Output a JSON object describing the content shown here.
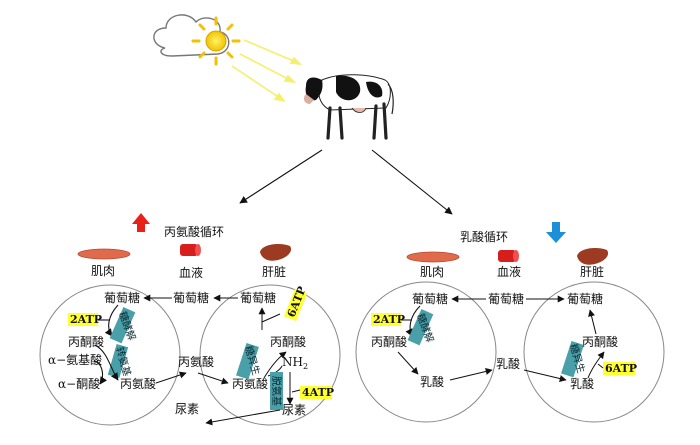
{
  "title_left": "丙氨酸循环",
  "title_right": "乳酸循环",
  "organs": {
    "muscle_left": "肌肉",
    "blood_left": "血液",
    "liver_left": "肝脏",
    "muscle_right": "肌肉",
    "blood_right": "血液",
    "liver_right": "肝脏"
  },
  "left": {
    "glucose_muscle": "葡萄糖",
    "glucose_blood": "葡萄糖",
    "glucose_liver": "葡萄糖",
    "atp_muscle": "2ATP",
    "enzyme_glycolysis": "糖酵解",
    "pyruvate_muscle": "丙酮酸",
    "aa": "α−氨基酸",
    "ketoacid": "α−酮酸",
    "enzyme_transam_m": "转氨基",
    "alanine_muscle": "丙氨酸",
    "alanine_blood": "丙氨酸",
    "alanine_liver": "丙氨酸",
    "atp_liver": "6ATP",
    "enzyme_gluconeo": "糖异生",
    "pyruvate_liver": "丙酮酸",
    "nh2": "NH",
    "nh2_sub": "2",
    "enzyme_deam": "脱氨基",
    "atp_urea": "4ATP",
    "urea_liver": "尿素",
    "urea_blood": "尿素"
  },
  "right": {
    "glucose_muscle": "葡萄糖",
    "glucose_blood": "葡萄糖",
    "glucose_liver": "葡萄糖",
    "atp_muscle": "2ATP",
    "enzyme_glycolysis": "糖酵解",
    "pyruvate_muscle": "丙酮酸",
    "lactate_muscle": "乳酸",
    "lactate_blood": "乳酸",
    "lactate_liver": "乳酸",
    "pyruvate_liver": "丙酮酸",
    "enzyme_gluconeo": "糖异生",
    "atp_liver": "6ATP"
  },
  "colors": {
    "atp_highlight": "#ffff33",
    "enzyme_box": "#4aa0a8",
    "up_arrow": "#e8211b",
    "down_arrow": "#1d8fd8",
    "muscle": "#e06a4c",
    "blood": "#d81d1d",
    "liver": "#9c3a22"
  }
}
